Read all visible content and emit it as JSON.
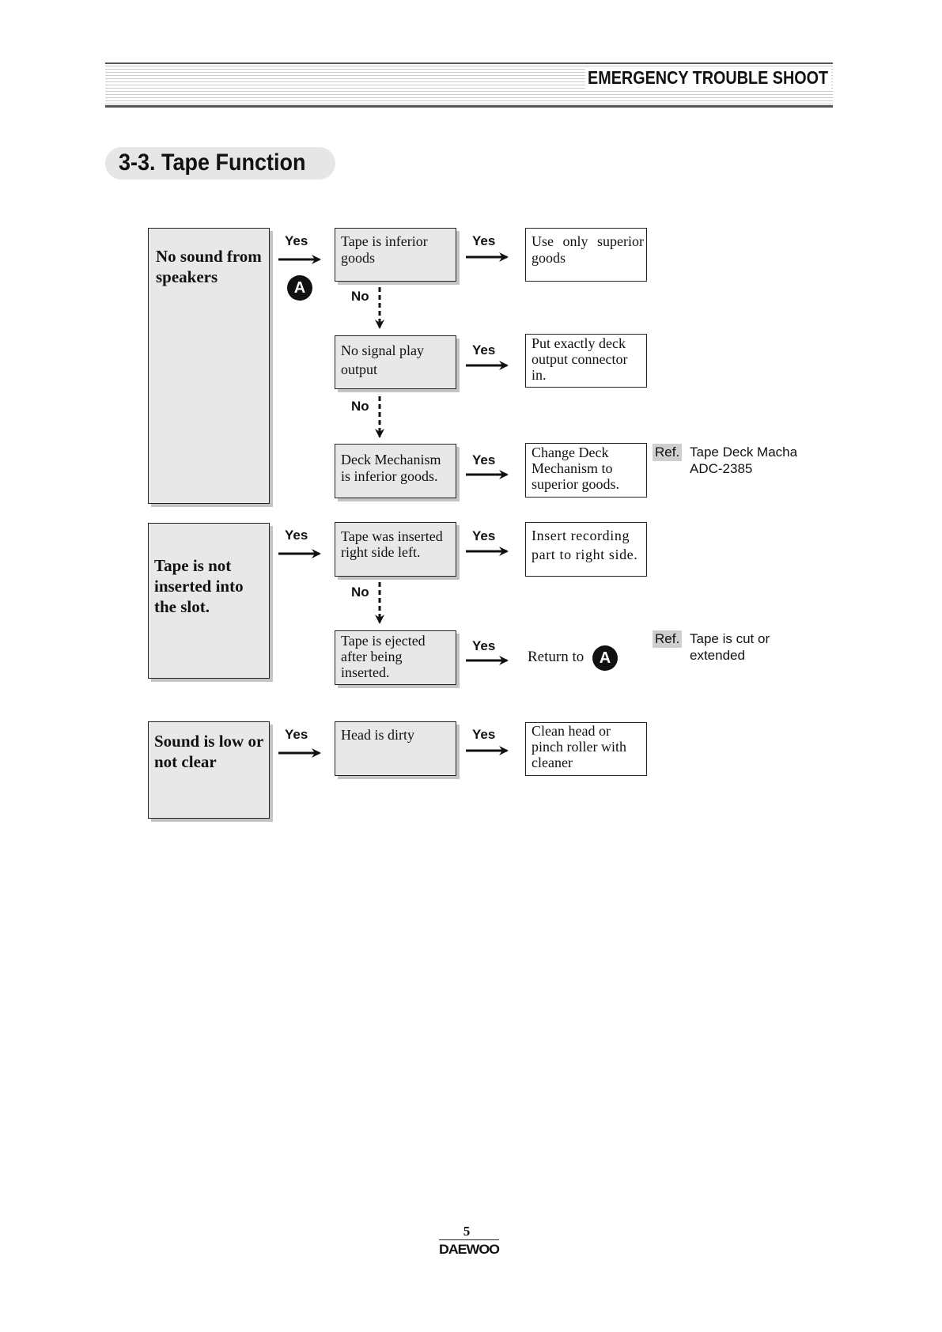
{
  "header": {
    "title": "EMERGENCY TROUBLE SHOOT"
  },
  "section": {
    "title": "3-3. Tape Function"
  },
  "labels": {
    "yes": "Yes",
    "no": "No",
    "ref": "Ref."
  },
  "connector_mark": "A",
  "flowchart": {
    "groups": [
      {
        "cause": "No sound from speakers",
        "steps": [
          {
            "check": "Tape is inferior goods",
            "action": "Use only superior goods"
          },
          {
            "check": "No signal play output",
            "action": "Put exactly deck output connector in."
          },
          {
            "check": "Deck Mechanism is inferior goods.",
            "action": "Change Deck Mechanism to superior goods.",
            "ref": "Tape Deck Macha ADC-2385"
          }
        ]
      },
      {
        "cause": "Tape is not inserted into the slot.",
        "steps": [
          {
            "check": "Tape was inserted right side left.",
            "action": "Insert recording part to right side."
          },
          {
            "check": "Tape is ejected after being inserted.",
            "action": "Return to",
            "ref": "Tape is cut or extended"
          }
        ]
      },
      {
        "cause": "Sound is low or not clear",
        "steps": [
          {
            "check": "Head is dirty",
            "action": "Clean head or pinch roller with cleaner"
          }
        ]
      }
    ]
  },
  "footer": {
    "page": "5",
    "brand": "DAEWOO"
  }
}
